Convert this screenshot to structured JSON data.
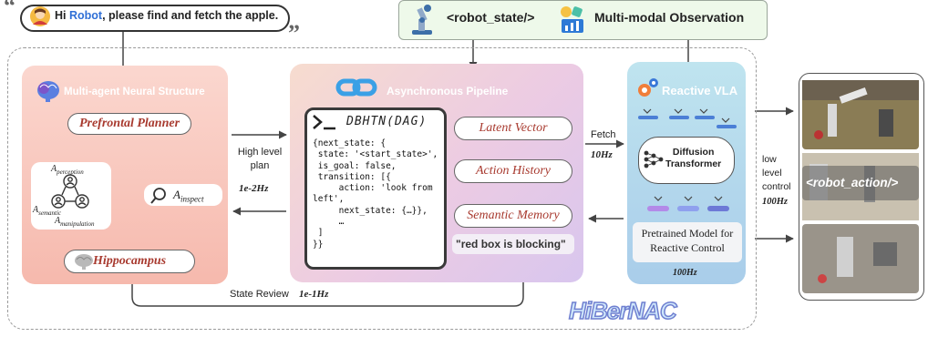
{
  "instruction": {
    "quote_open": "“",
    "quote_close": "”",
    "prefix": "Hi ",
    "highlight": "Robot",
    "suffix": ", please find and fetch the apple."
  },
  "observation": {
    "state_tag": "<robot_state/>",
    "title": "Multi-modal Observation"
  },
  "neural_structure": {
    "title": "Multi-agent Neural Structure",
    "planner": "Prefrontal Planner",
    "agent_base": "A",
    "perception_sub": "perception",
    "semantic_sub": "semantic",
    "manipulation_sub": "manipulation",
    "inspect_sub": "inspect",
    "hippocampus": "Hippocampus"
  },
  "plan_link": {
    "label": "High level plan",
    "freq": "1e-2Hz"
  },
  "pipeline": {
    "title": "Asynchronous Pipeline",
    "dag_title": "DBHTN(DAG)",
    "dag_code": "{next_state: {\n state: '<start_state>',\n is_goal: false,\n transition: [{\n     action: 'look from\nleft',\n     next_state: {…}},\n     …\n ]\n}}",
    "memory": [
      "Latent Vector",
      "Action History",
      "Semantic Memory"
    ],
    "semantic_note": "\"red box is blocking\""
  },
  "fetch": {
    "label": "Fetch",
    "freq": "10Hz"
  },
  "vla": {
    "title": "Reactive VLA",
    "dit_line1": "Diffusion",
    "dit_line2": "Transformer",
    "pretrained": "Pretrained Model for Reactive Control",
    "freq": "100Hz"
  },
  "control": {
    "label_line1": "low",
    "label_line2": "level",
    "label_line3": "control",
    "freq": "100Hz",
    "action_tag": "<robot_action/>"
  },
  "review": {
    "label": "State Review",
    "freq": "1e-1Hz"
  },
  "logo": "HiBerNAC",
  "colors": {
    "highlight_blue": "#2f6fd6",
    "memory_text": "#a83a2f",
    "obs_bg": "#eef9ea",
    "neural_panel": "#f6b9ad",
    "pipeline_panel": "#d8c6ee",
    "vla_panel": "#a9cdea"
  }
}
